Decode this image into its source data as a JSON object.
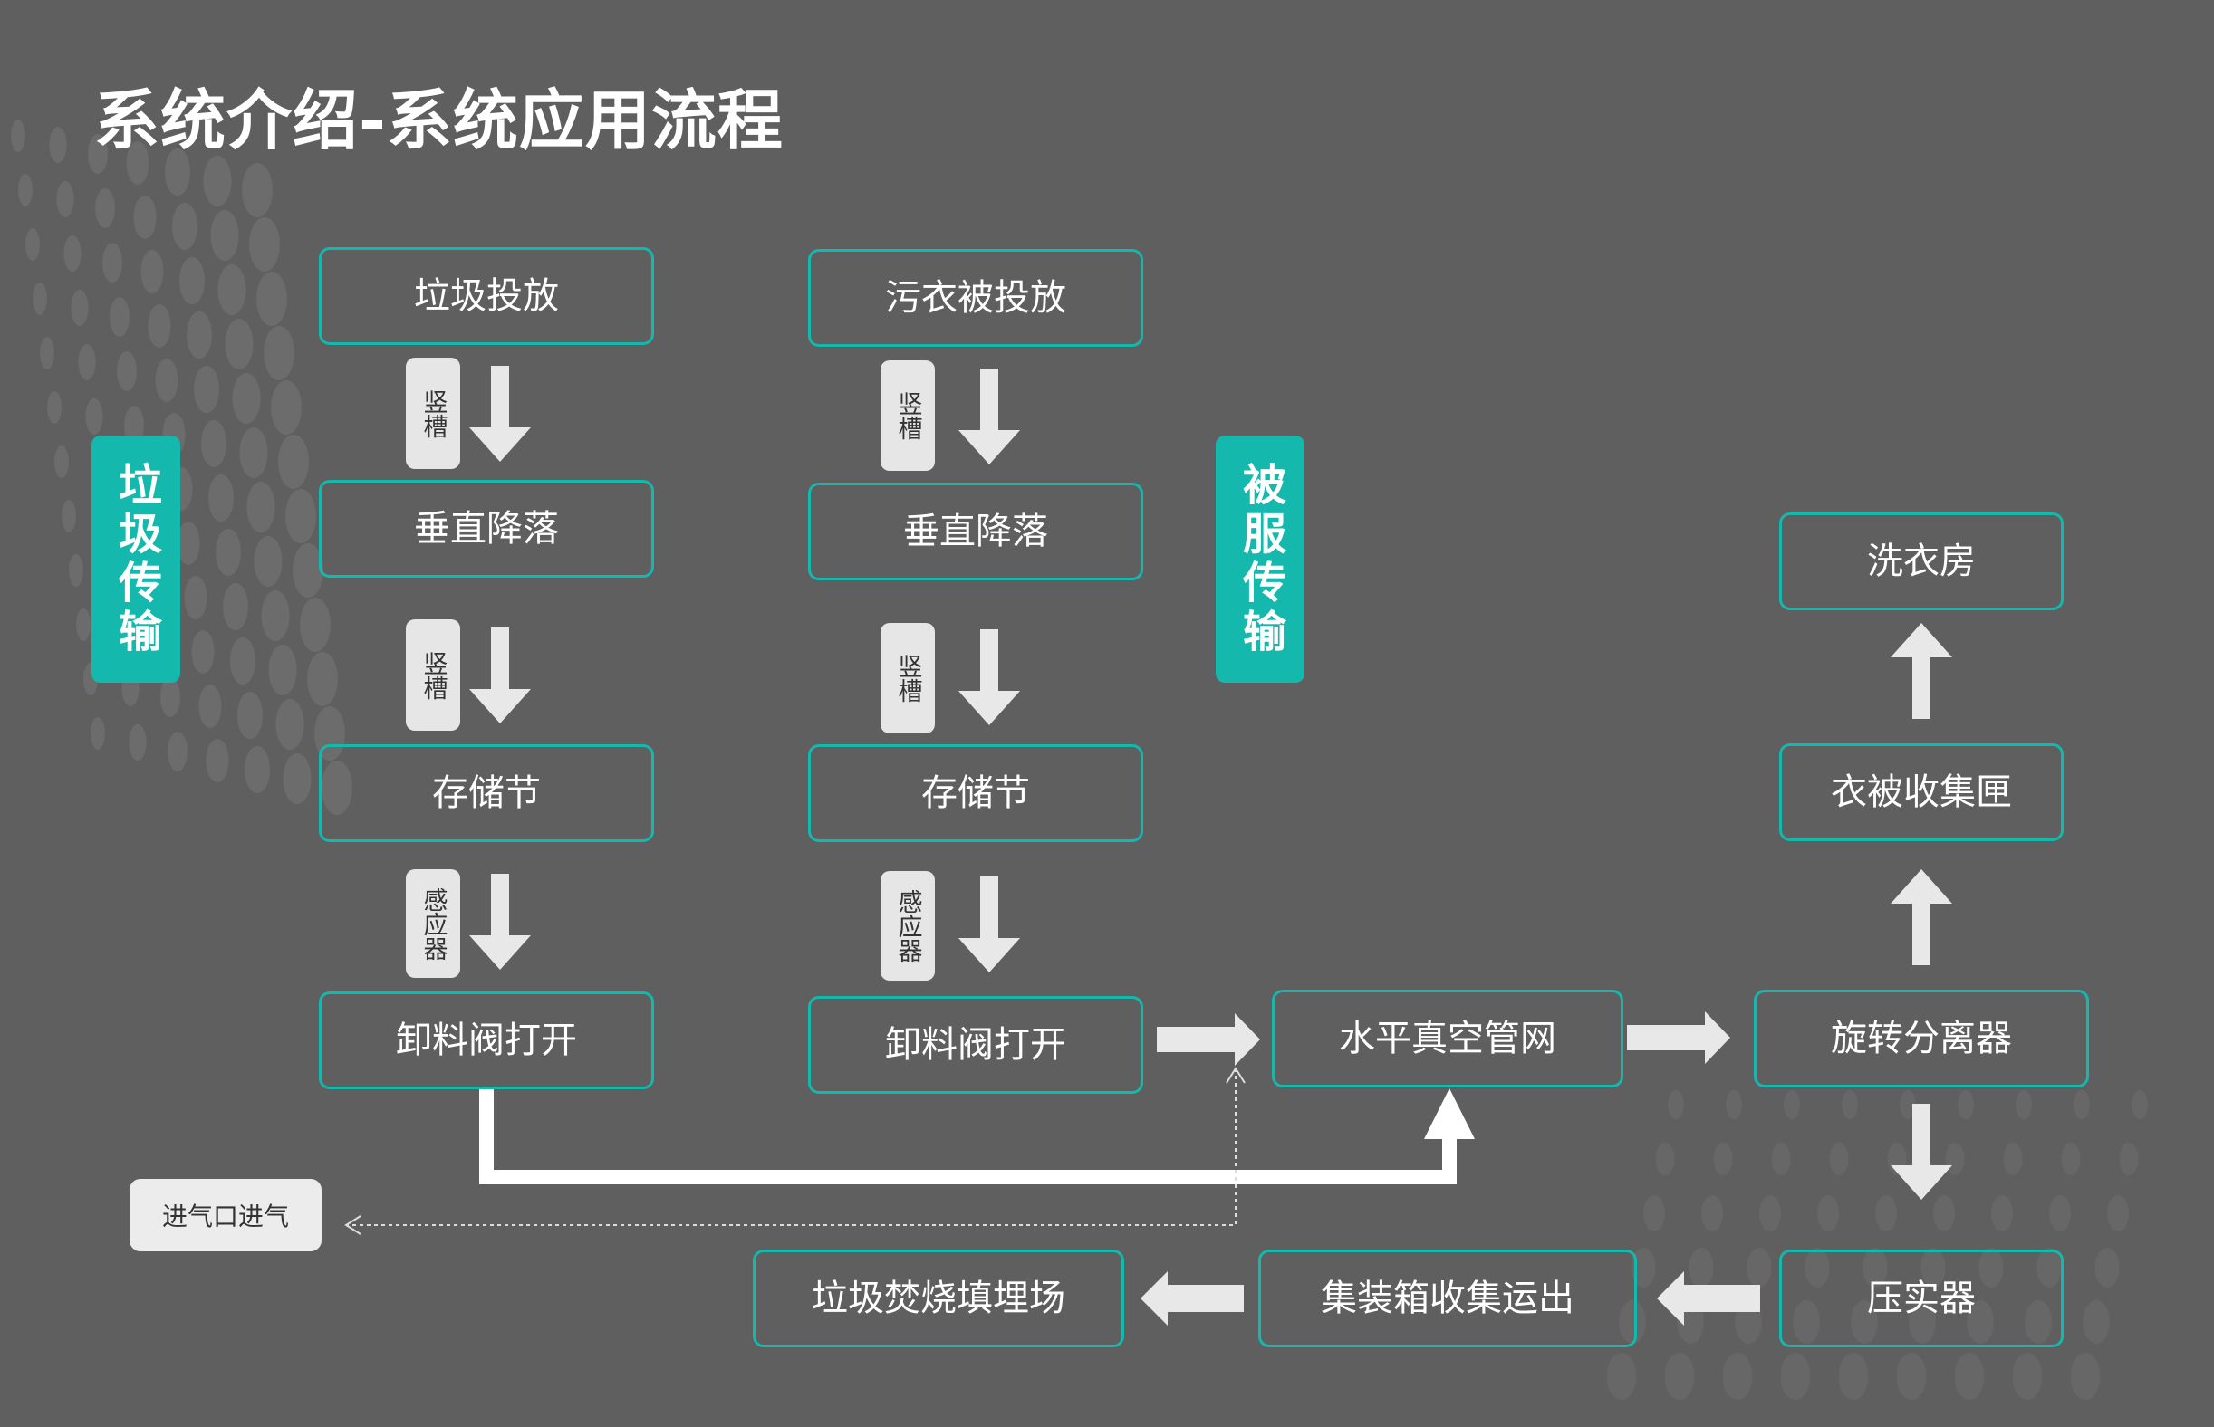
{
  "title": "系统介绍-系统应用流程",
  "side_labels": {
    "garbage": "垃圾传输",
    "linen": "被服传输"
  },
  "garbage_column": {
    "drop": "垃圾投放",
    "chute_tag_1": "竖槽",
    "fall": "垂直降落",
    "chute_tag_2": "竖槽",
    "storage": "存储节",
    "sensor_tag": "感应器",
    "valve": "卸料阀打开"
  },
  "linen_column": {
    "drop": "污衣被投放",
    "chute_tag_1": "竖槽",
    "fall": "垂直降落",
    "chute_tag_2": "竖槽",
    "storage": "存储节",
    "sensor_tag": "感应器",
    "valve": "卸料阀打开"
  },
  "network": "水平真空管网",
  "separator": "旋转分离器",
  "linen_collector": "衣被收集匣",
  "laundry": "洗衣房",
  "compactor": "压实器",
  "container": "集装箱收集运出",
  "disposal": "垃圾焚烧填埋场",
  "air_inlet": "进气口进气",
  "colors": {
    "background": "#5f5f5f",
    "accent": "#14b8ad",
    "arrow": "#e8e8e8",
    "tag_fill": "#e6e6e6",
    "text": "#ffffff"
  }
}
